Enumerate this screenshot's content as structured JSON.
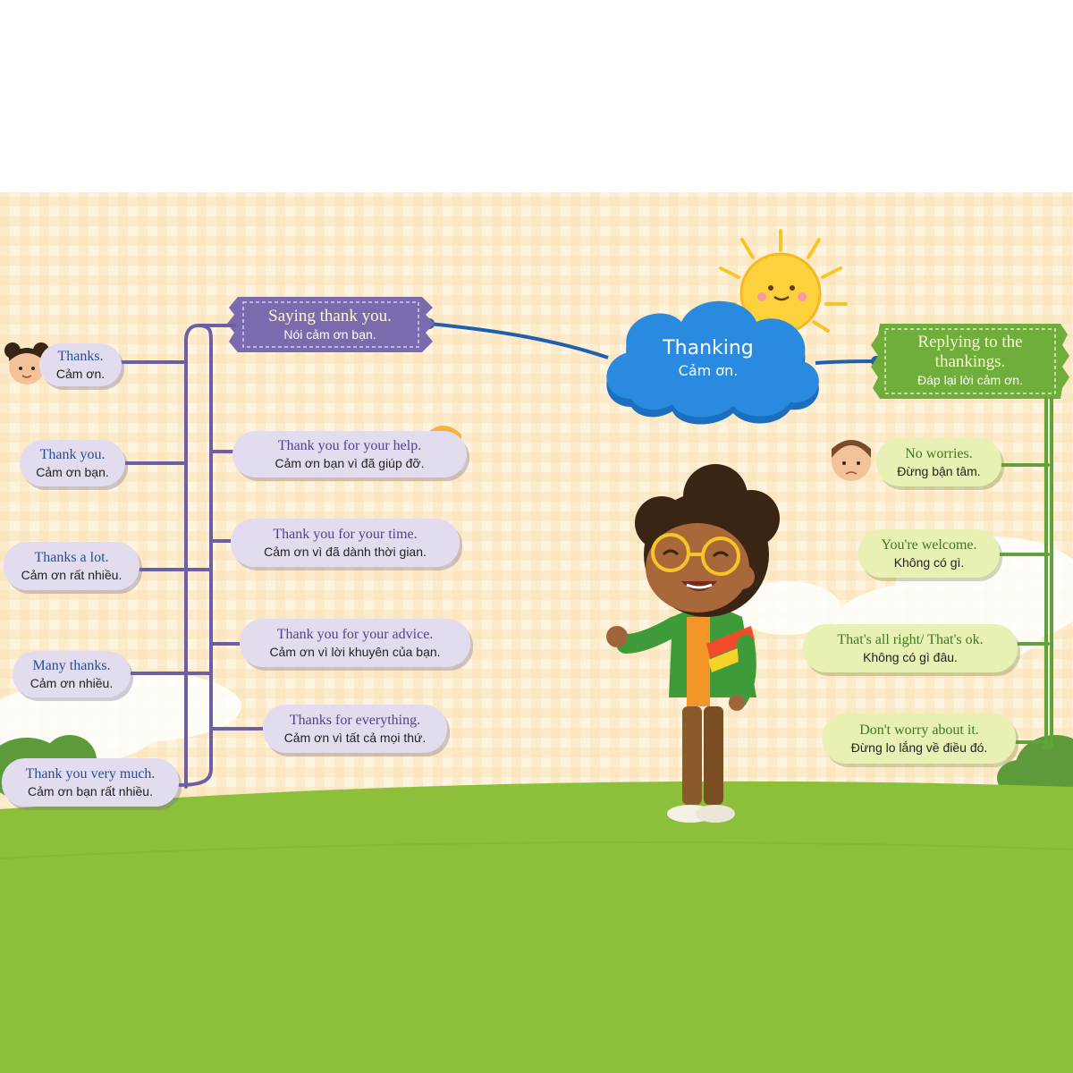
{
  "center": {
    "title": "Thanking",
    "subtitle": "Cảm ơn."
  },
  "left_branch": {
    "title": "Saying thank you.",
    "subtitle": "Nói cảm ơn bạn.",
    "phrases": [
      {
        "en": "Thanks.",
        "vi": "Cảm ơn."
      },
      {
        "en": "Thank you.",
        "vi": "Cảm ơn bạn."
      },
      {
        "en": "Thanks a lot.",
        "vi": "Cảm ơn rất nhiều."
      },
      {
        "en": "Many thanks.",
        "vi": "Cảm ơn nhiều."
      },
      {
        "en": "Thank you very much.",
        "vi": "Cảm ơn bạn rất nhiều."
      }
    ],
    "sub_phrases": [
      {
        "en": "Thank you for your help.",
        "vi": "Cảm ơn bạn vì đã giúp đỡ."
      },
      {
        "en": "Thank you for your time.",
        "vi": "Cảm ơn vì đã dành thời gian."
      },
      {
        "en": "Thank you for your advice.",
        "vi": "Cảm ơn vì lời khuyên của bạn."
      },
      {
        "en": "Thanks for everything.",
        "vi": "Cảm ơn vì tất cả mọi thứ."
      }
    ]
  },
  "right_branch": {
    "title_line1": "Replying to the",
    "title_line2": "thankings.",
    "subtitle": "Đáp lại lời cảm ơn.",
    "phrases": [
      {
        "en": "No worries.",
        "vi": "Đừng bận tâm."
      },
      {
        "en": "You're welcome.",
        "vi": "Không có gì."
      },
      {
        "en": "That's all right/ That's ok.",
        "vi": "Không có gì đâu."
      },
      {
        "en": "Don't worry about it.",
        "vi": "Đừng lo lắng về điều đó."
      }
    ]
  },
  "colors": {
    "background_check": "#fbeccb",
    "grass": "#8cbf3a",
    "cloud_blue": "#1c7fd0",
    "left_banner": "#7b6aae",
    "right_banner": "#6fae3a",
    "left_line": "#6d5fa6",
    "right_line": "#5ea43a"
  }
}
